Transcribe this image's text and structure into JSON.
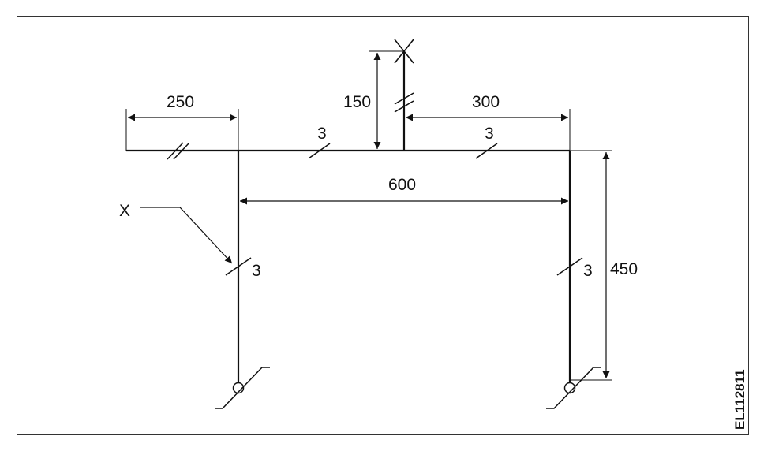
{
  "diagram": {
    "dims": {
      "left_span": "250",
      "riser_height": "150",
      "right_span": "300",
      "main_span": "600",
      "column_height": "450"
    },
    "wire_counts": {
      "top_mid": "3",
      "top_right": "3",
      "left_drop": "3",
      "right_drop": "3"
    },
    "callout_label": "X",
    "riser_end_symbol": "X",
    "drawing_code": "EL112811"
  },
  "colors": {
    "line": "#111111",
    "frame": "#333333"
  }
}
